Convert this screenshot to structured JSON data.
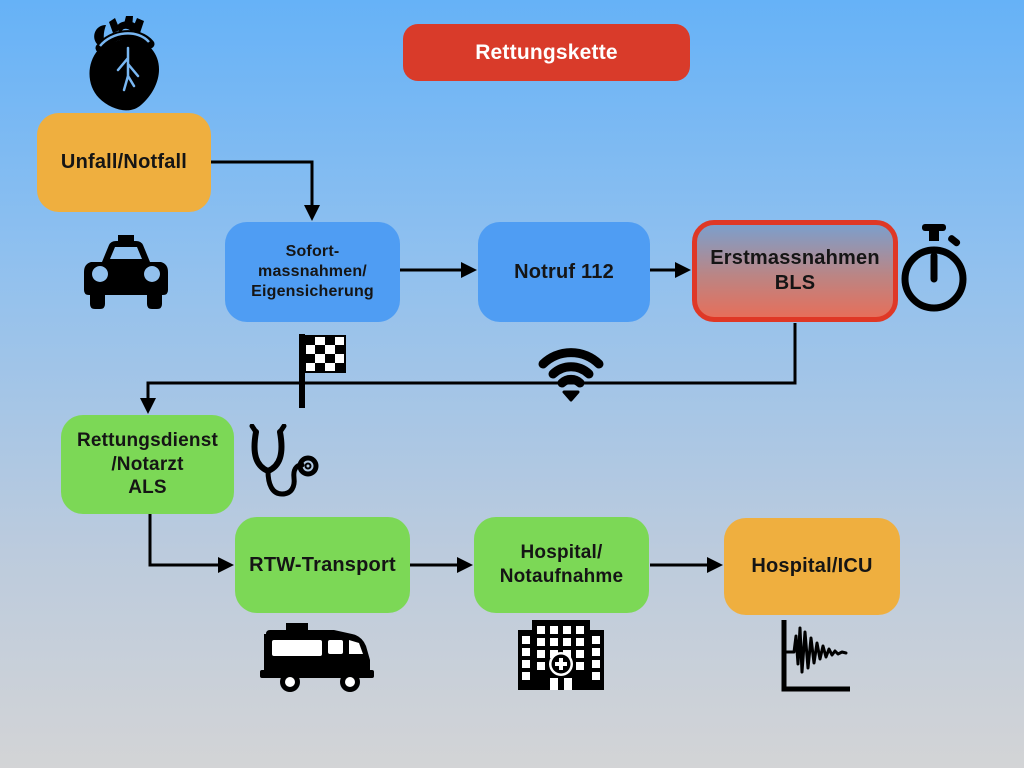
{
  "title": {
    "label": "Rettungskette"
  },
  "nodes": {
    "unfall": {
      "label": "Unfall/Notfall"
    },
    "sofort": {
      "line1": "Sofort-",
      "line2": "massnahmen/",
      "line3": "Eigensicherung"
    },
    "notruf": {
      "label": "Notruf 112"
    },
    "erstmassnahmen": {
      "line1": "Erstmassnahmen",
      "line2": "BLS"
    },
    "rettungsdienst": {
      "line1": "Rettungsdienst",
      "line2": "/Notarzt",
      "line3": "ALS"
    },
    "rtw": {
      "label": "RTW-Transport"
    },
    "hospital_notaufnahme": {
      "line1": "Hospital/",
      "line2": "Notaufnahme"
    },
    "hospital_icu": {
      "label": "Hospital/ICU"
    }
  },
  "icons": [
    "anatomical-heart-icon",
    "car-icon",
    "stopwatch-icon",
    "checkered-flag-icon",
    "wifi-icon",
    "stethoscope-icon",
    "ambulance-icon",
    "hospital-building-icon",
    "vibration-graph-icon"
  ],
  "colors": {
    "bg_top": "#66B2F7",
    "bg_bottom": "#D3D4D6",
    "red": "#D93B2A",
    "orange": "#EFAF3F",
    "blue": "#4F9DF3",
    "green": "#7CD856",
    "erst_border": "#DF3826",
    "erst_top": "#7C9FCC",
    "erst_bottom": "#E66F5B",
    "line": "#000000"
  }
}
